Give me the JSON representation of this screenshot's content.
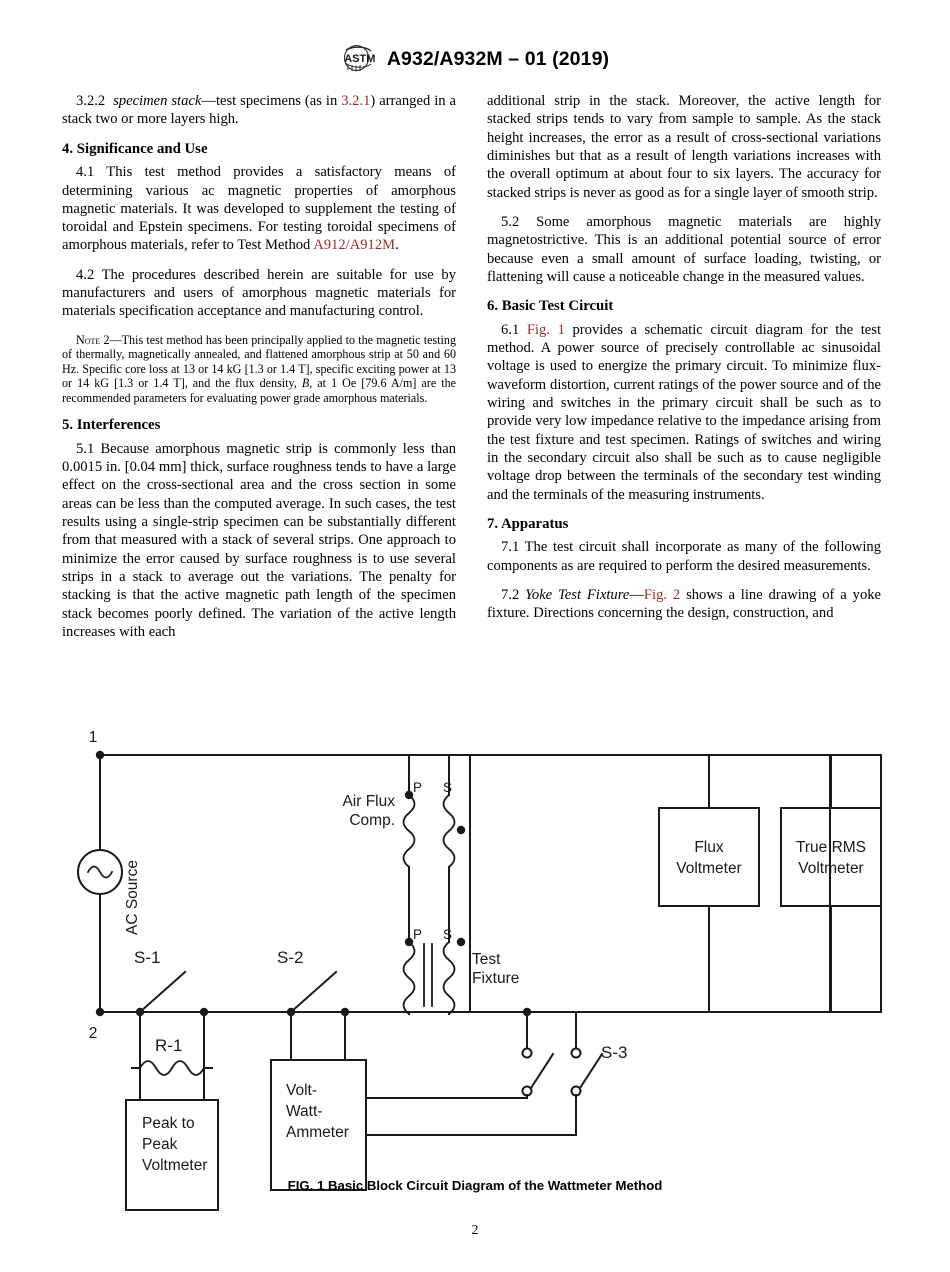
{
  "header": {
    "logo_name": "astm-logo",
    "title": "A932/A932M – 01 (2019)"
  },
  "page_number": "2",
  "left_column": {
    "p_322_num": "3.2.2",
    "p_322_term": "specimen stack",
    "p_322_a": "—test specimens (as in ",
    "p_322_ref": "3.2.1",
    "p_322_b": ") arranged in a stack two or more layers high.",
    "h4": "4.  Significance and Use",
    "p41_a": "4.1  This test method provides a satisfactory means of determining various ac magnetic properties of amorphous magnetic materials. It was developed to supplement the testing of toroidal and Epstein specimens. For testing toroidal specimens of amorphous materials, refer to Test Method ",
    "p41_ref": "A912/A912M",
    "p41_b": ".",
    "p42": "4.2  The procedures described herein are suitable for use by manufacturers and users of amorphous magnetic materials for materials specification acceptance and manufacturing control.",
    "note_label": "Note",
    "note_a": " 2—This test method has been principally applied to the magnetic testing of thermally, magnetically annealed, and flattened amorphous strip at 50 and 60 Hz. Specific core loss at 13 or 14 kG [1.3 or 1.4 T], specific exciting power at 13 or 14 kG [1.3 or 1.4 T], and the flux density, ",
    "note_italic_B": "B",
    "note_b": ", at 1 Oe [79.6 A/m] are the recommended parameters for evaluating power grade amorphous materials.",
    "h5": "5.  Interferences",
    "p51": "5.1  Because amorphous magnetic strip is commonly less than 0.0015 in. [0.04 mm] thick, surface roughness tends to have a large effect on the cross-sectional area and the cross section in some areas can be less than the computed average. In such cases, the test results using a single-strip specimen can be substantially different from that measured with a stack of several strips. One approach to minimize the error caused by surface roughness is to use several strips in a stack to average out the variations. The penalty for stacking is that the active magnetic path length of the specimen stack becomes poorly defined. The variation of the active length increases with each"
  },
  "right_column": {
    "p51_cont": "additional strip in the stack. Moreover, the active length for stacked strips tends to vary from sample to sample. As the stack height increases, the error as a result of cross-sectional variations diminishes but that as a result of length variations increases with the overall optimum at about four to six layers. The accuracy for stacked strips is never as good as for a single layer of smooth strip.",
    "p52": "5.2  Some amorphous magnetic materials are highly magnetostrictive. This is an additional potential source of error because even a small amount of surface loading, twisting, or flattening will cause a noticeable change in the measured values.",
    "h6": "6.  Basic Test Circuit",
    "p61_a": "6.1  ",
    "p61_ref": "Fig. 1",
    "p61_b": " provides a schematic circuit diagram for the test method. A power source of precisely controllable ac sinusoidal voltage is used to energize the primary circuit. To minimize flux-waveform distortion, current ratings of the power source and of the wiring and switches in the primary circuit shall be such as to provide very low impedance relative to the impedance arising from the test fixture and test specimen. Ratings of switches and wiring in the secondary circuit also shall be such as to cause negligible voltage drop between the terminals of the secondary test winding and the terminals of the measuring instruments.",
    "h7": "7.  Apparatus",
    "p71": "7.1  The test circuit shall incorporate as many of the following components as are required to perform the desired measurements.",
    "p72_a": "7.2  ",
    "p72_italic": "Yoke Test Fixture",
    "p72_dash": "—",
    "p72_ref": "Fig. 2",
    "p72_b": " shows a line drawing of a yoke fixture. Directions concerning the design, construction, and"
  },
  "figure": {
    "caption": "FIG. 1  Basic Block Circuit Diagram of the Wattmeter Method",
    "labels": {
      "node1": "1",
      "node2": "2",
      "ac_source": "AC Source",
      "air_flux_comp_line1": "Air Flux",
      "air_flux_comp_line2": "Comp.",
      "afc_p": "P",
      "afc_s": "S",
      "fixture_p": "P",
      "fixture_s": "S",
      "test_fixture_line1": "Test",
      "test_fixture_line2": "Fixture",
      "s1": "S-1",
      "s2": "S-2",
      "s3": "S-3",
      "r1": "R-1",
      "peak_voltmeter_l1": "Peak to",
      "peak_voltmeter_l2": "Peak",
      "peak_voltmeter_l3": "Voltmeter",
      "vwa_l1": "Volt-",
      "vwa_l2": "Watt-",
      "vwa_l3": "Ammeter",
      "flux_voltmeter_l1": "Flux",
      "flux_voltmeter_l2": "Voltmeter",
      "true_rms_l1": "True RMS",
      "true_rms_l2": "Voltmeter"
    },
    "colors": {
      "line": "#1a1a1a",
      "text": "#1a1a1a"
    }
  }
}
